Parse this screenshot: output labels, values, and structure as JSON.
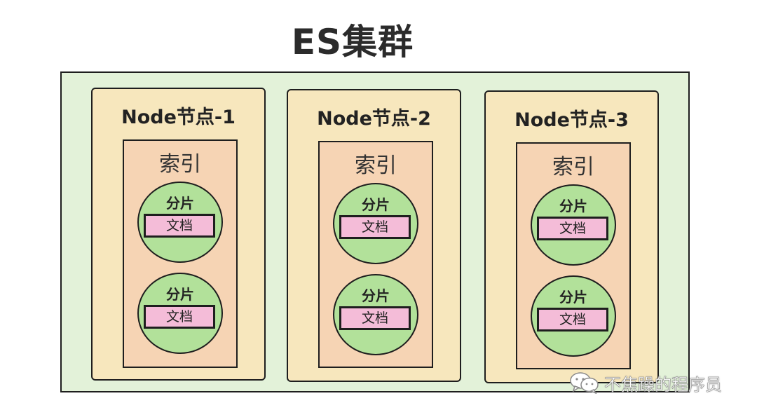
{
  "title": "ES集群",
  "nodes": [
    {
      "title": "Node节点-1",
      "index": {
        "label": "索引",
        "shards": [
          {
            "label": "分片",
            "doc": "文档"
          },
          {
            "label": "分片",
            "doc": "文档"
          }
        ]
      }
    },
    {
      "title": "Node节点-2",
      "index": {
        "label": "索引",
        "shards": [
          {
            "label": "分片",
            "doc": "文档"
          },
          {
            "label": "分片",
            "doc": "文档"
          }
        ]
      }
    },
    {
      "title": "Node节点-3",
      "index": {
        "label": "索引",
        "shards": [
          {
            "label": "分片",
            "doc": "文档"
          },
          {
            "label": "分片",
            "doc": "文档"
          }
        ]
      }
    }
  ],
  "watermark": {
    "icon": "wechat-icon",
    "text": "不焦躁的程序员"
  },
  "colors": {
    "cluster_fill": "#e3f2d9",
    "node_fill": "#f7e7bd",
    "index_fill": "#f6d4b4",
    "shard_fill": "#b2e19a",
    "doc_fill": "#f4bcd8",
    "outline": "#1e1e1e"
  }
}
